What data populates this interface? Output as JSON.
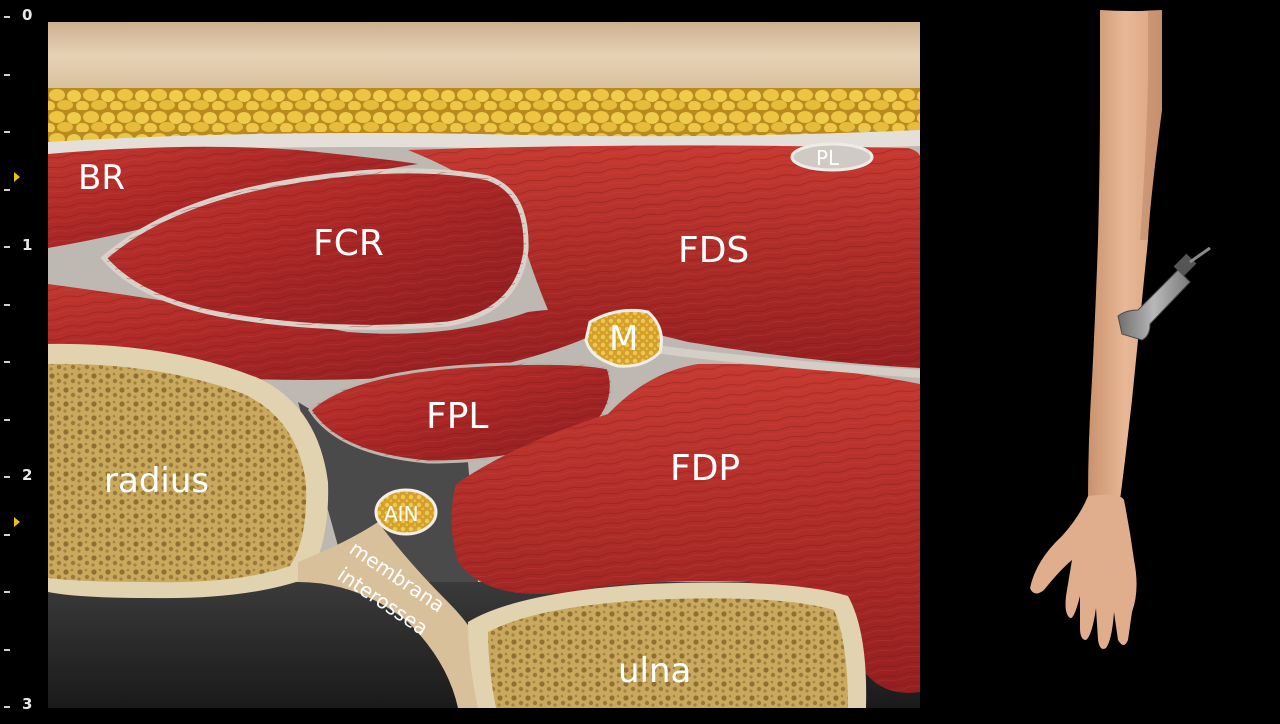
{
  "scale": {
    "labels": [
      {
        "text": "0",
        "y": 0
      },
      {
        "text": "1",
        "y": 1
      },
      {
        "text": "2",
        "y": 2
      },
      {
        "text": "3",
        "y": 3
      }
    ]
  },
  "structures": {
    "br": "BR",
    "fcr": "FCR",
    "pl": "PL",
    "fds": "FDS",
    "m": "M",
    "fpl": "FPL",
    "fdp": "FDP",
    "radius": "radius",
    "ain": "AIN",
    "membrana_line1": "membrana",
    "membrana_line2": "interossea",
    "ulna": "ulna"
  },
  "colors": {
    "muscle": "#b02a2a",
    "fat": "#e8b93a",
    "bone": "#c8a860",
    "fascia": "#d9d4cc",
    "skin": "#dcc3a3",
    "nerve": "#d9a62e",
    "marker": "#e8c700"
  },
  "icons": {
    "probe": "ultrasound-probe-icon",
    "arm": "forearm-illustration"
  }
}
